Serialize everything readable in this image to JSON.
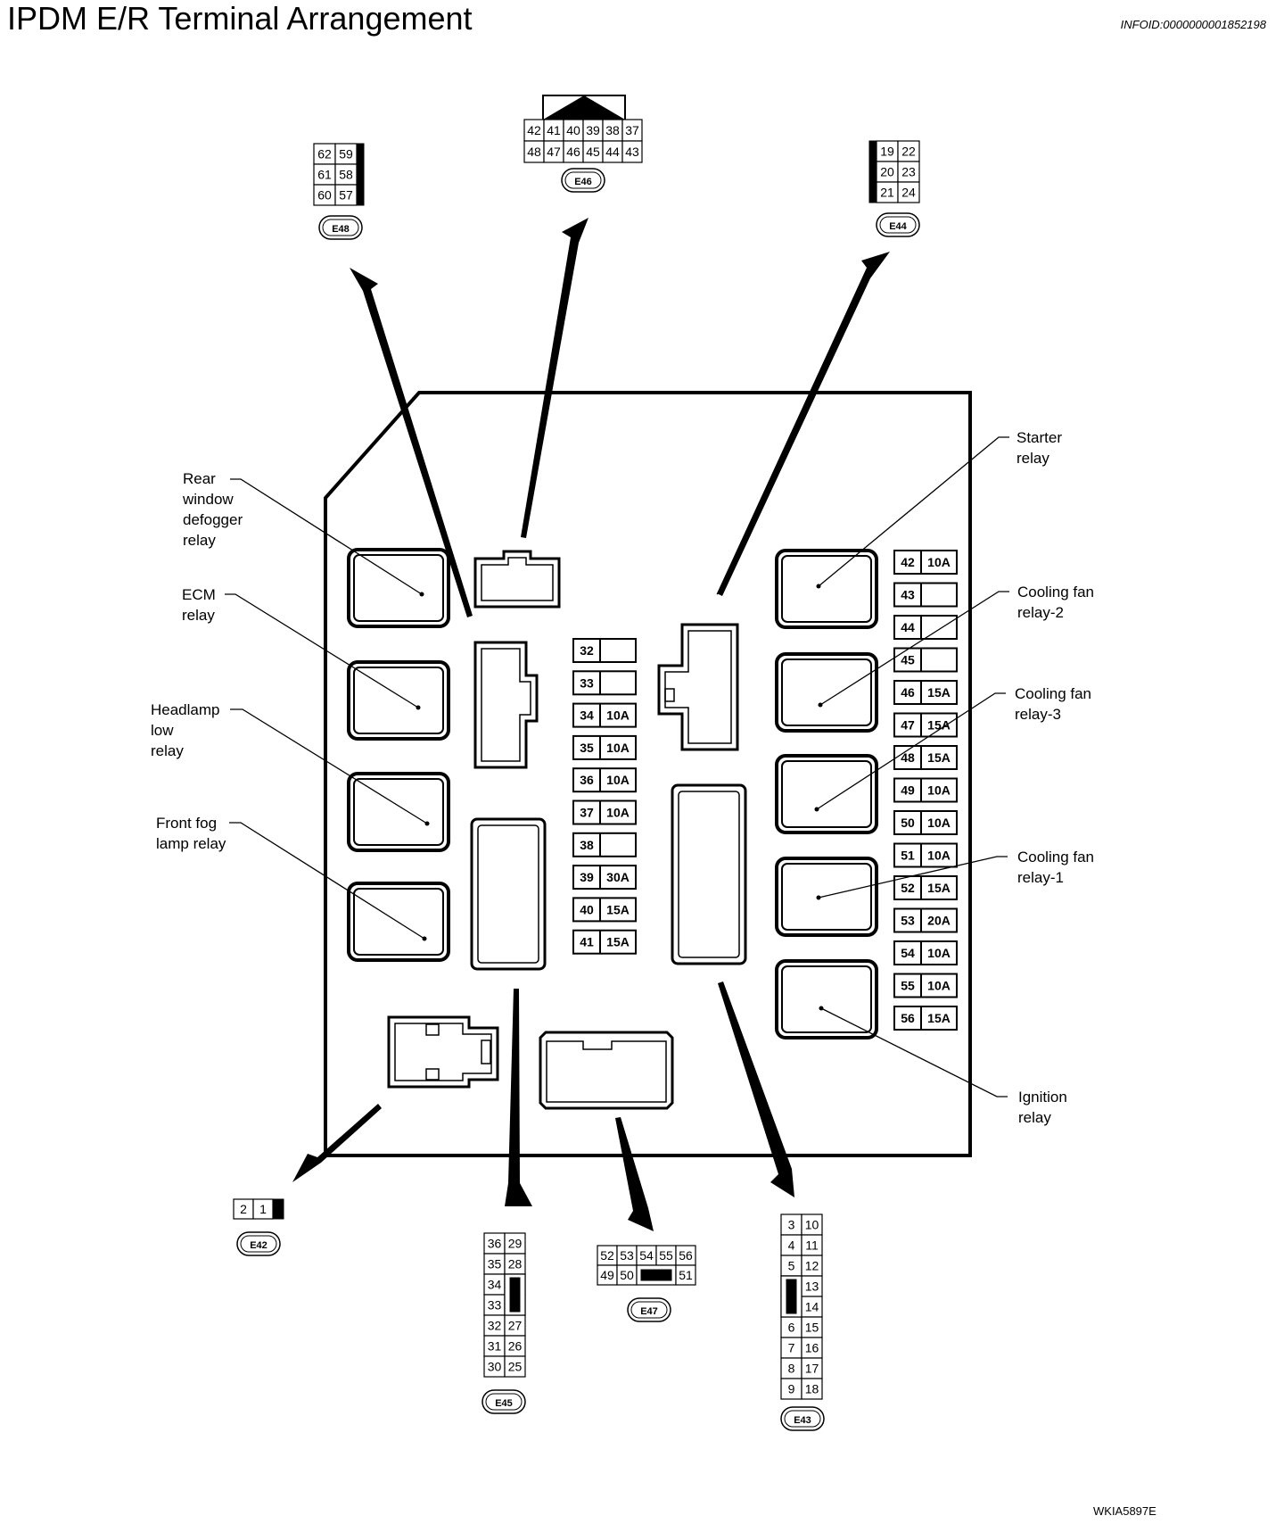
{
  "title": "IPDM E/R Terminal Arrangement",
  "info_id": "INFOID:0000000001852198",
  "figure_id": "WKIA5897E",
  "relays": {
    "rear_window_defogger": [
      "Rear",
      "window",
      "defogger",
      "relay"
    ],
    "ecm": [
      "ECM",
      "relay"
    ],
    "headlamp_low": [
      "Headlamp",
      "low",
      "relay"
    ],
    "front_fog": [
      "Front fog",
      "lamp relay"
    ],
    "starter": [
      "Starter",
      "relay"
    ],
    "cooling_fan_2": [
      "Cooling fan",
      "relay-2"
    ],
    "cooling_fan_3": [
      "Cooling fan",
      "relay-3"
    ],
    "cooling_fan_1": [
      "Cooling fan",
      "relay-1"
    ],
    "ignition": [
      "Ignition",
      "relay"
    ]
  },
  "fuses_center": [
    {
      "num": "32",
      "amp": ""
    },
    {
      "num": "33",
      "amp": ""
    },
    {
      "num": "34",
      "amp": "10A"
    },
    {
      "num": "35",
      "amp": "10A"
    },
    {
      "num": "36",
      "amp": "10A"
    },
    {
      "num": "37",
      "amp": "10A"
    },
    {
      "num": "38",
      "amp": ""
    },
    {
      "num": "39",
      "amp": "30A"
    },
    {
      "num": "40",
      "amp": "15A"
    },
    {
      "num": "41",
      "amp": "15A"
    }
  ],
  "fuses_right": [
    {
      "num": "42",
      "amp": "10A"
    },
    {
      "num": "43",
      "amp": ""
    },
    {
      "num": "44",
      "amp": ""
    },
    {
      "num": "45",
      "amp": ""
    },
    {
      "num": "46",
      "amp": "15A"
    },
    {
      "num": "47",
      "amp": "15A"
    },
    {
      "num": "48",
      "amp": "15A"
    },
    {
      "num": "49",
      "amp": "10A"
    },
    {
      "num": "50",
      "amp": "10A"
    },
    {
      "num": "51",
      "amp": "10A"
    },
    {
      "num": "52",
      "amp": "15A"
    },
    {
      "num": "53",
      "amp": "20A"
    },
    {
      "num": "54",
      "amp": "10A"
    },
    {
      "num": "55",
      "amp": "10A"
    },
    {
      "num": "56",
      "amp": "15A"
    }
  ],
  "connectors": {
    "E48": {
      "id": "E48",
      "rows": [
        [
          "62",
          "59"
        ],
        [
          "61",
          "58"
        ],
        [
          "60",
          "57"
        ]
      ]
    },
    "E46": {
      "id": "E46",
      "rows": [
        [
          "42",
          "41",
          "40",
          "39",
          "38",
          "37"
        ],
        [
          "48",
          "47",
          "46",
          "45",
          "44",
          "43"
        ]
      ]
    },
    "E44": {
      "id": "E44",
      "rows": [
        [
          "19",
          "22"
        ],
        [
          "20",
          "23"
        ],
        [
          "21",
          "24"
        ]
      ]
    },
    "E42": {
      "id": "E42",
      "rows": [
        [
          "2",
          "1"
        ]
      ]
    },
    "E45": {
      "id": "E45",
      "left": [
        "36",
        "35",
        "34",
        "33",
        "32",
        "31",
        "30"
      ],
      "right": [
        "29",
        "28",
        "",
        "",
        "27",
        "26",
        "25"
      ]
    },
    "E47": {
      "id": "E47",
      "top": [
        "52",
        "53",
        "54",
        "55",
        "56"
      ],
      "bottom": [
        "49",
        "50",
        "",
        "51"
      ]
    },
    "E43": {
      "id": "E43",
      "left": [
        "3",
        "4",
        "5",
        "",
        "",
        "6",
        "7",
        "8",
        "9"
      ],
      "right": [
        "10",
        "11",
        "12",
        "13",
        "14",
        "15",
        "16",
        "17",
        "18"
      ]
    }
  }
}
